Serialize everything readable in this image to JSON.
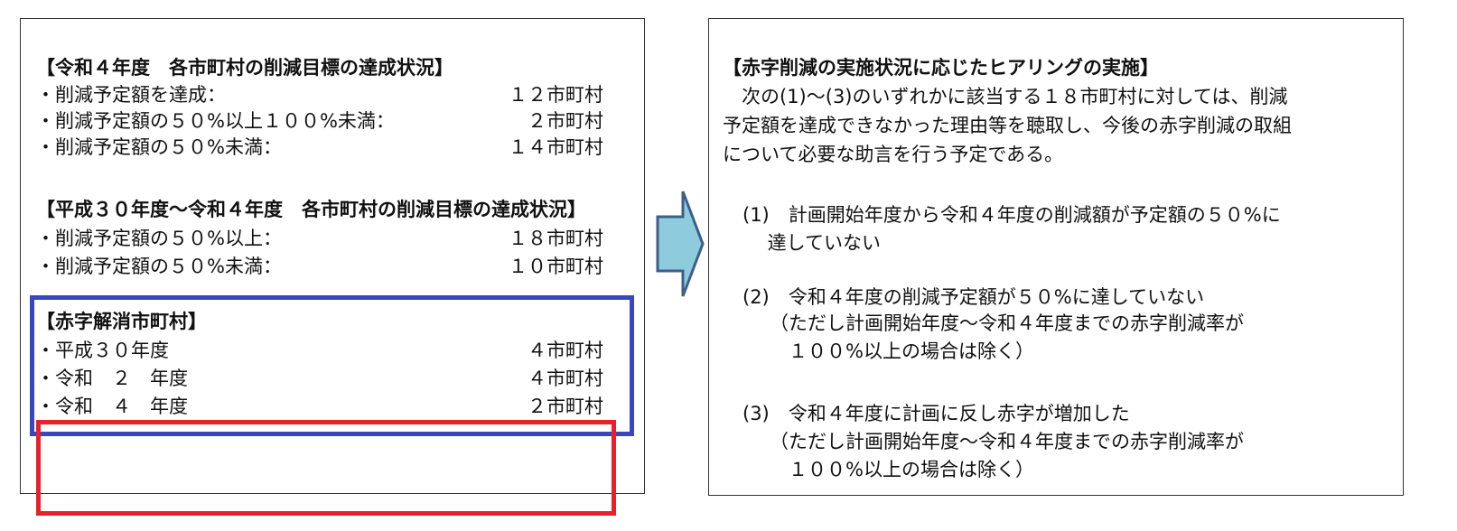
{
  "left_panel": {
    "section1": {
      "heading": "【令和４年度　各市町村の削減目標の達成状況】",
      "rows": [
        {
          "label": "・削減予定額を達成：",
          "value": "１２市町村"
        },
        {
          "label": "・削減予定額の５０%以上１００%未満：",
          "value": "２市町村"
        },
        {
          "label": "・削減予定額の５０%未満：",
          "value": "１４市町村"
        }
      ]
    },
    "section2": {
      "heading": "【平成３０年度～令和４年度　各市町村の削減目標の達成状況】",
      "rows": [
        {
          "label": "・削減予定額の５０%以上：",
          "value": "１８市町村"
        },
        {
          "label": "・削減予定額の５０%未満：",
          "value": "１０市町村"
        }
      ]
    },
    "section3": {
      "heading": "【赤字解消市町村】",
      "rows": [
        {
          "label": "・平成３０年度",
          "value": "４市町村"
        },
        {
          "label": "・令和　２　年度",
          "value": "４市町村"
        },
        {
          "label": "・令和　４　年度",
          "value": "２市町村"
        }
      ]
    }
  },
  "right_panel": {
    "heading": "【赤字削減の実施状況に応じたヒアリングの実施】",
    "intro": [
      "　次の(1)～(3)のいずれかに該当する１８市町村に対しては、削減",
      "予定額を達成できなかった理由等を聴取し、今後の赤字削減の取組",
      "について必要な助言を行う予定である。"
    ],
    "items": [
      {
        "lines": [
          "(1)　計画開始年度から令和４年度の削減額が予定額の５０%に",
          "　 達していない"
        ]
      },
      {
        "lines": [
          "(2)　令和４年度の削減予定額が５０%に達していない",
          "（ただし計画開始年度～令和４年度までの赤字削減率が",
          "　１００%以上の場合は除く）"
        ]
      },
      {
        "lines": [
          "(3)　令和４年度に計画に反し赤字が増加した",
          "（ただし計画開始年度～令和４年度までの赤字削減率が",
          "　１００%以上の場合は除く）"
        ]
      }
    ]
  },
  "colors": {
    "blue_highlight": "#3a45c0",
    "red_highlight": "#e8202a",
    "arrow_fill": "#8ecbdc",
    "arrow_stroke": "#3d5f8a"
  }
}
